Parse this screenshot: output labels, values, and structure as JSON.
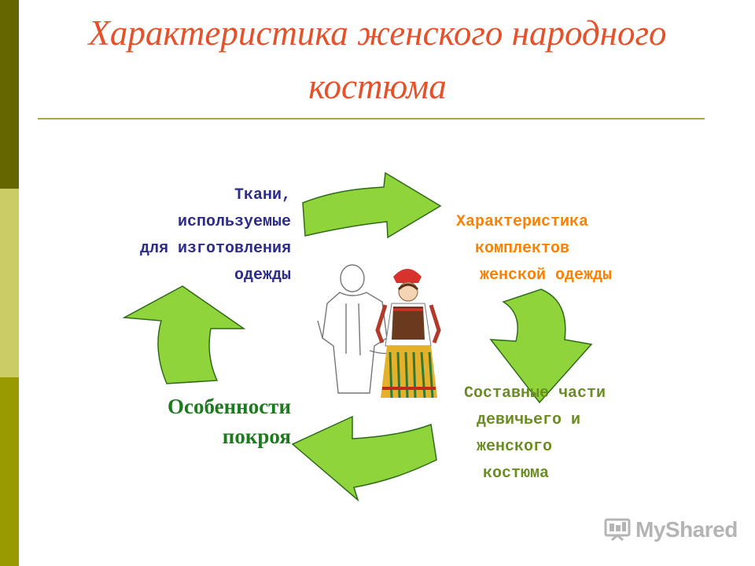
{
  "slide": {
    "title": "Характеристика женского народного костюма",
    "accent_color": "#e4512a",
    "arrow_color": "#8fd43a",
    "sidebar_colors": [
      "#666600",
      "#cccc66",
      "#999900"
    ]
  },
  "diagram": {
    "nodes": [
      {
        "lines": [
          "Ткани,",
          "используемые",
          "для изготовления",
          "одежды"
        ],
        "color": "#2c2c8c"
      },
      {
        "lines": [
          "Характеристика",
          "  комплектов",
          "    женской одежды"
        ],
        "color": "#ff7f00"
      },
      {
        "lines": [
          "Составные части",
          " девичьего и",
          "женского",
          " костюма"
        ],
        "color": "#6b8e23"
      },
      {
        "lines": [
          "Особенности",
          "покроя"
        ],
        "color": "#1e7a1e"
      }
    ],
    "arrows": [
      "fabrics-to-sets",
      "sets-to-parts",
      "parts-to-cut",
      "cut-to-fabrics"
    ],
    "center_image": "folk-costume-couple-illustration"
  },
  "logo": {
    "text": "MyShared",
    "icon": "projector-screen-icon"
  }
}
